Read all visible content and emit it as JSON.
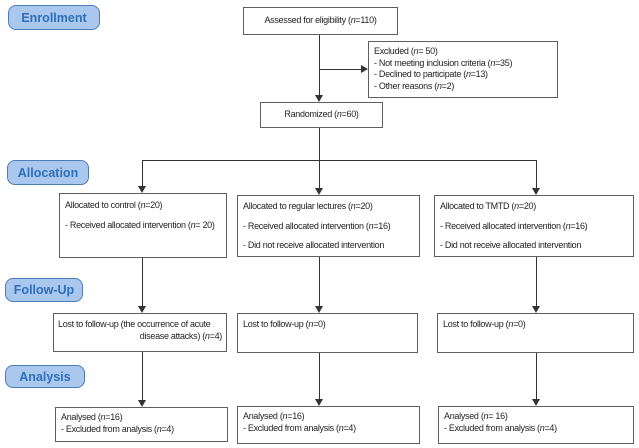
{
  "stage_labels": {
    "enrollment": "Enrollment",
    "allocation": "Allocation",
    "follow_up": "Follow-Up",
    "analysis": "Analysis"
  },
  "enrollment": {
    "assessed": "Assessed for eligibility (n=110)",
    "excluded": {
      "title": "Excluded (n= 50)",
      "items": [
        "- Not meeting inclusion criteria (n=35)",
        "- Declined to participate (n=13)",
        "- Other reasons (n=2)"
      ]
    },
    "randomized": "Randomized (n=60)"
  },
  "allocation": {
    "control": {
      "title": "Allocated to control (n=20)",
      "items": [
        "- Received allocated intervention (n= 20)"
      ]
    },
    "regular_lectures": {
      "title": "Allocated to regular lectures (n=20)",
      "items": [
        "- Received allocated intervention (n=16)",
        "- Did not receive allocated intervention"
      ]
    },
    "tmtd": {
      "title": "Allocated to TMTD (n=20)",
      "items": [
        "- Received allocated intervention (n=16)",
        "- Did not receive allocated intervention"
      ]
    }
  },
  "follow_up": {
    "control": {
      "line1": "Lost to follow-up (the occurrence of acute",
      "line2": "disease attacks) (n=4)"
    },
    "regular_lectures": "Lost to follow-up (n=0)",
    "tmtd": "Lost to follow-up (n=0)"
  },
  "analysis": {
    "control": {
      "line1": "Analysed (n=16)",
      "line2": "- Excluded from analysis (n=4)"
    },
    "regular_lectures": {
      "line1": "Analysed (n=16)",
      "line2": "- Excluded from analysis (n=4)"
    },
    "tmtd": {
      "line1": "Analysed (n= 16)",
      "line2": "- Excluded from analysis (n=4)"
    }
  },
  "colors": {
    "stage_fill": "#aac8ee",
    "stage_border": "#4e7cb6",
    "stage_text": "#2e6fba",
    "box_border": "#5f5f5f",
    "connector": "#333333"
  }
}
